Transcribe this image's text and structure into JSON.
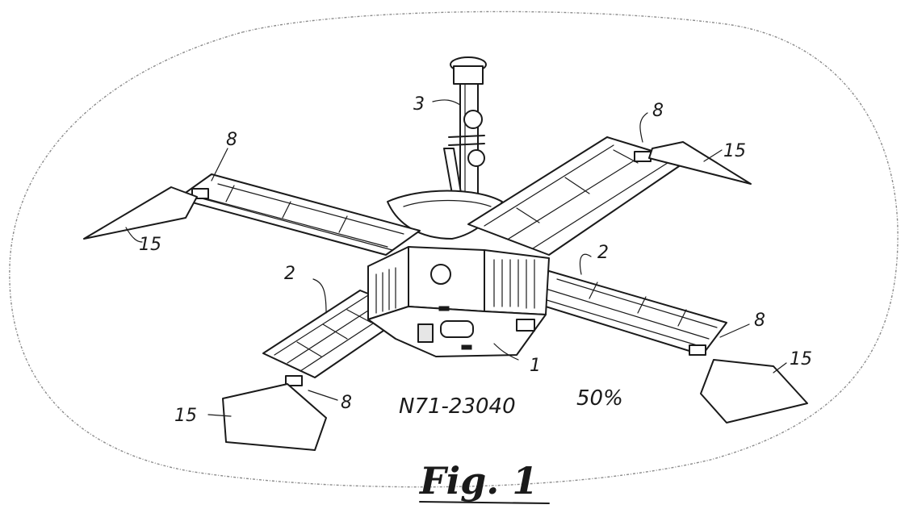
{
  "labels": {
    "body": "1",
    "panel_left": "2",
    "panel_right": "2",
    "mast": "3",
    "hinge_top_left": "8",
    "hinge_top_right": "8",
    "hinge_bottom_left": "8",
    "hinge_bottom_right": "8",
    "paddle_left": "15",
    "paddle_top_right": "15",
    "paddle_bottom_left": "15",
    "paddle_bottom_right": "15"
  },
  "accession_number": "N71-23040",
  "percentage": "50%",
  "figure_caption": "Fig. 1"
}
